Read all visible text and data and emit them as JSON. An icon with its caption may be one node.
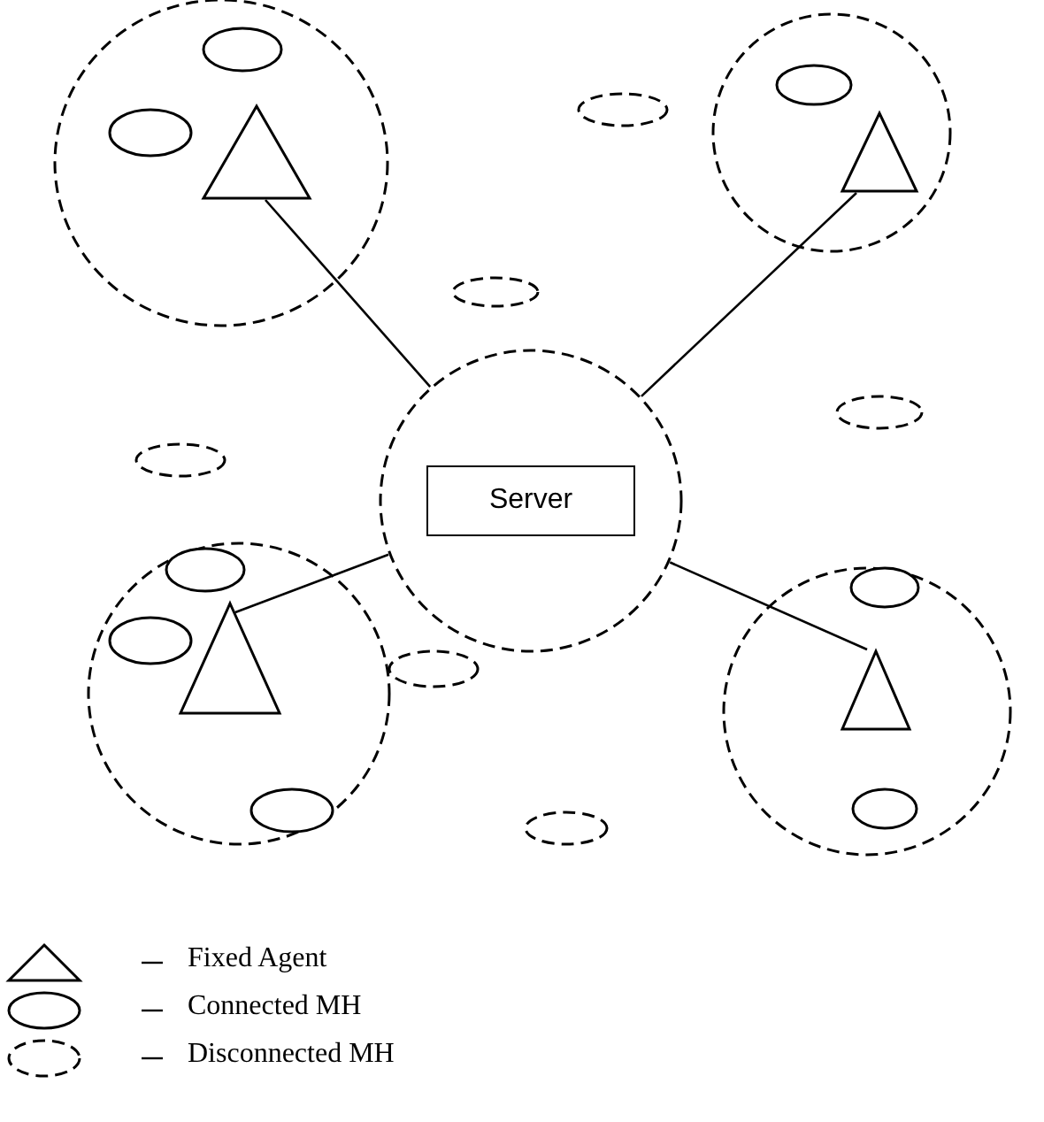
{
  "diagram": {
    "nodes": [
      {
        "text": [],
        "shape": "circle"
      },
      {
        "text": [],
        "shape": "ellipse",
        "in": 0
      },
      {
        "text": [],
        "shape": "ellipse",
        "in": 0
      },
      {
        "text": [],
        "shape": "triangle",
        "in": 0
      },
      {
        "text": [],
        "shape": "ellipse"
      },
      {
        "text": [],
        "shape": "circle"
      },
      {
        "text": [],
        "shape": "ellipse",
        "in": 5
      },
      {
        "text": [],
        "shape": "triangle",
        "in": 5
      },
      {
        "text": [],
        "shape": "ellipse"
      },
      {
        "text": [],
        "shape": "circle"
      },
      {
        "text": [
          "Server"
        ],
        "in": 9
      },
      {
        "text": [],
        "shape": "ellipse"
      },
      {
        "text": [],
        "shape": "ellipse"
      },
      {
        "text": [],
        "shape": "circle"
      },
      {
        "text": [],
        "shape": "ellipse",
        "in": 13
      },
      {
        "text": [],
        "shape": "ellipse",
        "in": 13
      },
      {
        "text": [],
        "shape": "triangle",
        "in": 13
      },
      {
        "text": [],
        "shape": "ellipse",
        "in": 13
      },
      {
        "text": [],
        "shape": "circle"
      },
      {
        "text": [],
        "shape": "ellipse",
        "in": 18
      },
      {
        "text": [],
        "shape": "triangle",
        "in": 18
      },
      {
        "text": [],
        "shape": "ellipse",
        "in": 18
      },
      {
        "text": [],
        "shape": "ellipse"
      },
      {
        "text": [],
        "shape": "ellipse"
      }
    ],
    "edges": [
      {
        "from": 3,
        "to": 9,
        "arrow": "none"
      },
      {
        "from": 7,
        "to": 9,
        "arrow": "none"
      },
      {
        "from": 16,
        "to": 9,
        "arrow": "none"
      },
      {
        "from": 20,
        "to": 9,
        "arrow": "none"
      }
    ],
    "legend": [
      {
        "text": "Fixed Agent"
      },
      {
        "text": "Connected MH"
      },
      {
        "text": "Disconnected MH"
      }
    ]
  }
}
